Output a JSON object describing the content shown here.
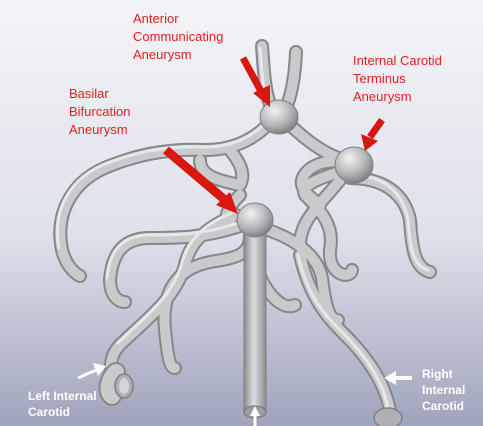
{
  "labels": {
    "anterior": "Anterior\nCommunicating\nAneurysm",
    "ict": "Internal Carotid\nTerminus\nAneurysm",
    "basilar": "Basilar\nBifurcation\nAneurysm",
    "left_ic": "Left Internal\nCarotid",
    "right_ic": "Right\nInternal\nCarotid"
  },
  "colors": {
    "annotation_red": "#e0201e",
    "arrow_red": "#d9160f",
    "vessel_gray": "#a9abae",
    "background_top": "#f3f3f7",
    "background_bottom": "#9ea3bb"
  },
  "icons": [
    "arrow-icon"
  ]
}
